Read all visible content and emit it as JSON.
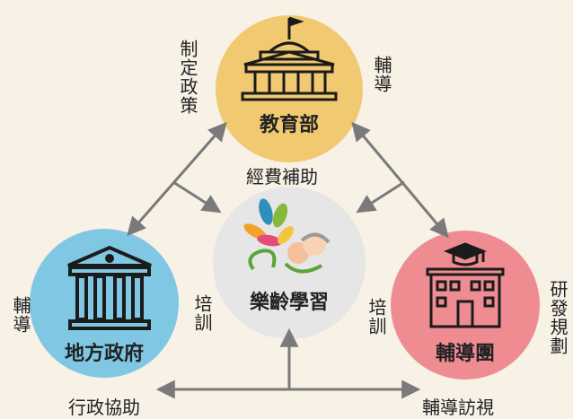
{
  "nodes": {
    "ministry": {
      "label": "教育部",
      "color": "#f1c970"
    },
    "local_gov": {
      "label": "地方政府",
      "color": "#7fc7e3"
    },
    "advisory": {
      "label": "輔導團",
      "color": "#ee8c92"
    },
    "center": {
      "label": "樂齡學習",
      "color": "#e6e6e6"
    }
  },
  "side_labels": {
    "ministry_policy": "制定政策",
    "ministry_guide": "輔導",
    "local_guide": "輔導",
    "local_train": "培訓",
    "advisory_train": "培訓",
    "advisory_plan": "研發規劃"
  },
  "edge_labels": {
    "funding": "經費補助",
    "admin_assist": "行政協助",
    "visit": "輔導訪視"
  },
  "colors": {
    "arrow": "#7a7a7a",
    "icon_stroke": "#1b1b1b"
  }
}
